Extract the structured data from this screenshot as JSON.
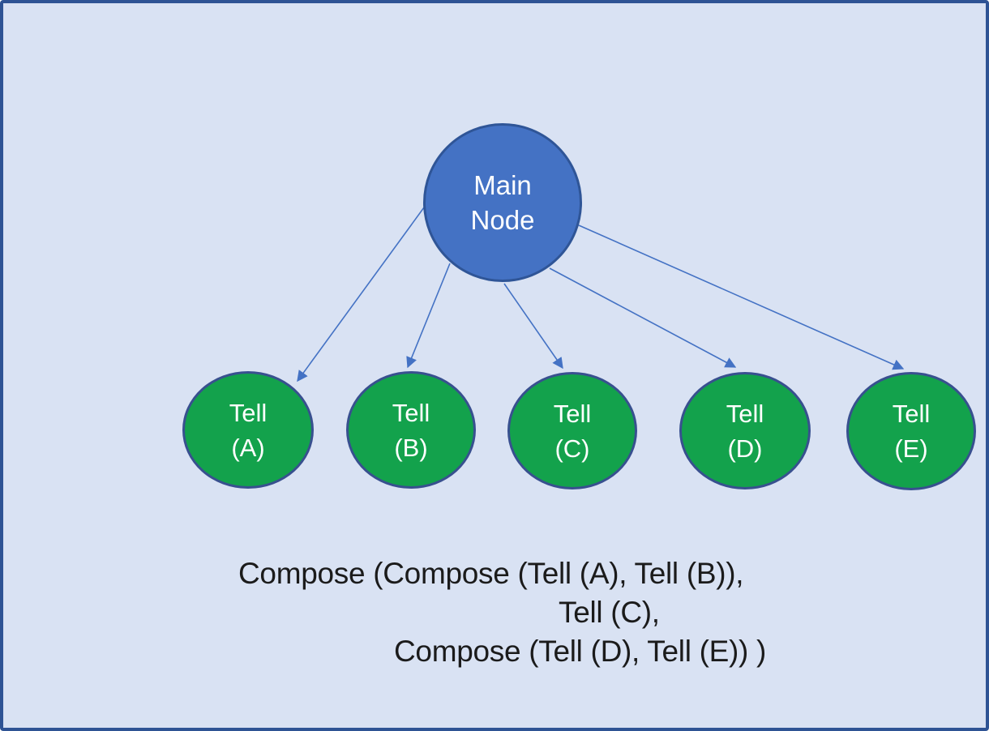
{
  "diagram": {
    "type": "tree",
    "colors": {
      "background": "#D9E2F3",
      "frame_border": "#2E5394",
      "main_node_fill": "#4472C4",
      "main_node_stroke": "#2F5597",
      "tell_node_fill": "#13A24C",
      "tell_node_stroke": "#38508F",
      "arrow": "#4472C4",
      "caption_text": "#1B1B1B",
      "node_text": "#FFFFFF"
    },
    "main_node": {
      "line1": "Main",
      "line2": "Node"
    },
    "tell_nodes": [
      {
        "id": "A",
        "line1": "Tell",
        "line2": "(A)"
      },
      {
        "id": "B",
        "line1": "Tell",
        "line2": "(B)"
      },
      {
        "id": "C",
        "line1": "Tell",
        "line2": "(C)"
      },
      {
        "id": "D",
        "line1": "Tell",
        "line2": "(D)"
      },
      {
        "id": "E",
        "line1": "Tell",
        "line2": "(E)"
      }
    ],
    "edges": [
      {
        "from": "Main Node",
        "to": "Tell (A)"
      },
      {
        "from": "Main Node",
        "to": "Tell (B)"
      },
      {
        "from": "Main Node",
        "to": "Tell (C)"
      },
      {
        "from": "Main Node",
        "to": "Tell (D)"
      },
      {
        "from": "Main Node",
        "to": "Tell (E)"
      }
    ],
    "caption": {
      "line1": "Compose (Compose (Tell (A), Tell (B)),",
      "line2": "Tell (C),",
      "line3": "Compose (Tell (D), Tell (E)) )"
    }
  }
}
